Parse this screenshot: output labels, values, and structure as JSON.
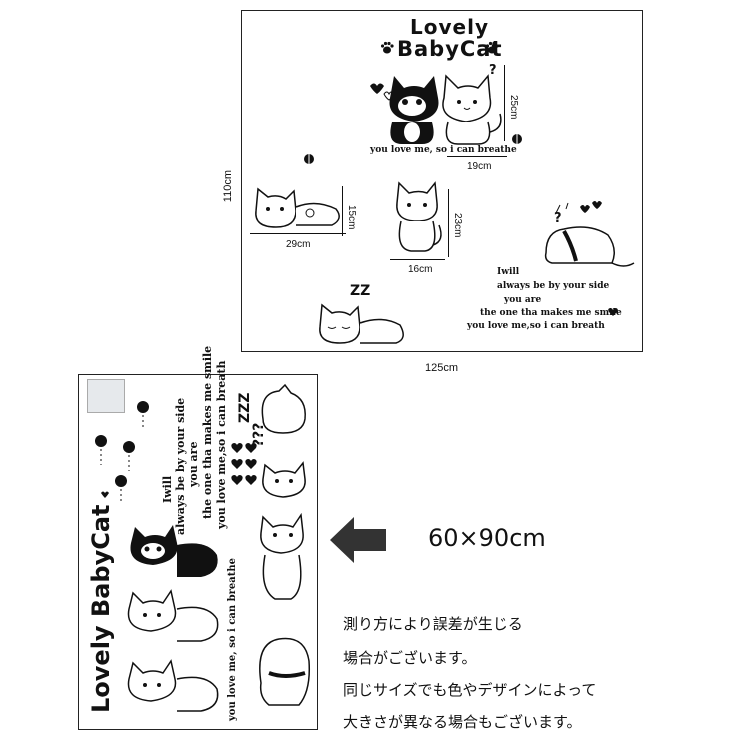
{
  "top_panel": {
    "title_line1": "Lovely",
    "title_line2": "BabyCat",
    "caption_top": "you love me, so i can breathe",
    "verse": [
      "Iwill",
      "always be by your side",
      "you are",
      "the one tha makes me smile",
      "you love me,so i can breath"
    ],
    "snore": "ZZ",
    "question": "?",
    "dims": {
      "d25": "25cm",
      "d19": "19cm",
      "d15": "15cm",
      "d29": "29cm",
      "d23": "23cm",
      "d16": "16cm",
      "height": "110cm",
      "width": "125cm"
    }
  },
  "bottom_panel": {
    "title": "Lovely BabyCat",
    "verse": [
      "Iwill",
      "always be by your side",
      "you are",
      "the one tha makes me smile",
      "you love me,so i can breath"
    ],
    "caption": "you love me, so i can breathe",
    "snore": "ZZZ",
    "questions": "???"
  },
  "size_label": "60×90cm",
  "notes": [
    "測り方により誤差が生じる",
    "場合がございます。",
    "同じサイズでも色やデザインによって",
    "大きさが異なる場合もございます。"
  ],
  "colors": {
    "ink": "#111111",
    "arrow": "#333333",
    "frame": "#222222"
  }
}
